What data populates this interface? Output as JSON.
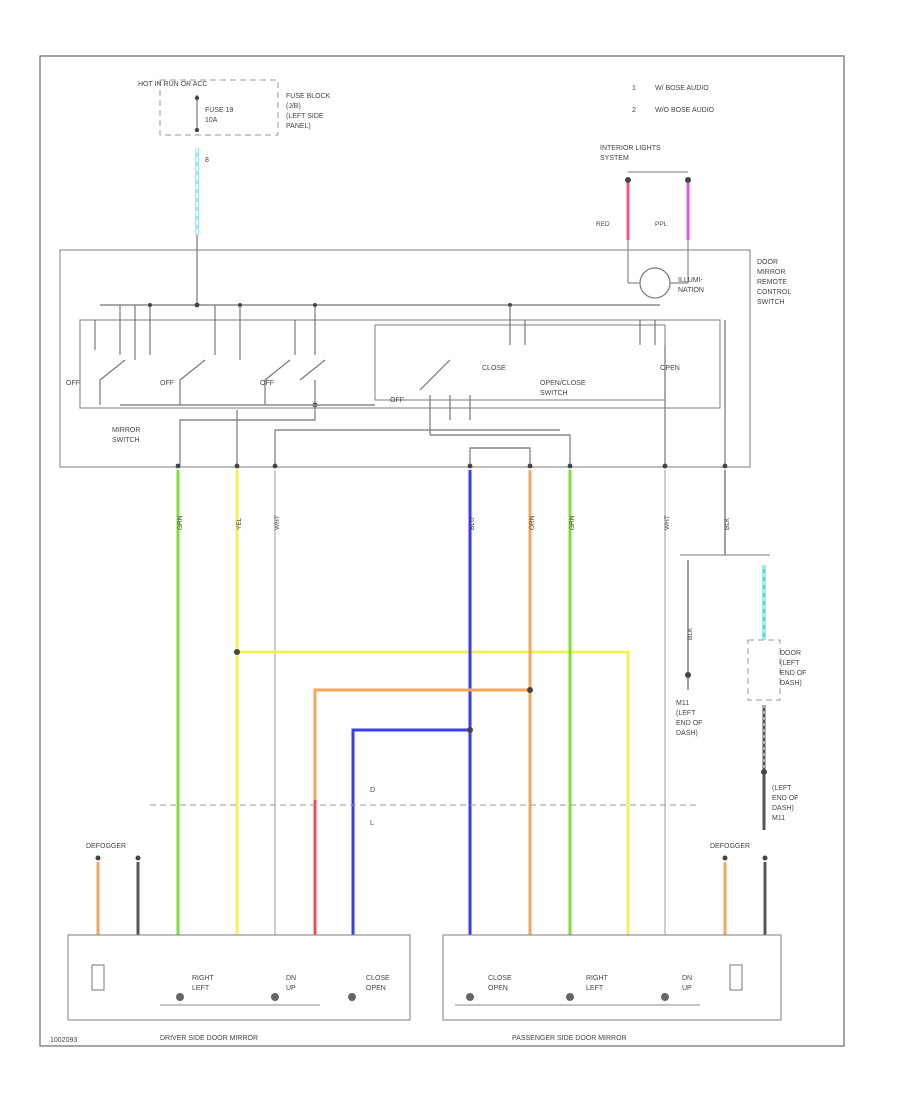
{
  "header": {
    "hot_at_all_times": "HOT IN RUN OR ACC",
    "fuse_label": "FUSE 19\n10A",
    "fuse_block": "FUSE BLOCK\n(J/B)\n(LEFT SIDE\nPANEL)",
    "fuse_pin": "8"
  },
  "legend": {
    "items": [
      {
        "num": "1",
        "text": "W/ BOSE AUDIO"
      },
      {
        "num": "2",
        "text": "W/O BOSE AUDIO"
      }
    ]
  },
  "interior": {
    "title": "INTERIOR LIGHTS\nSYSTEM",
    "wire_red": "RED",
    "wire_ppl": "PPL"
  },
  "control_switch": {
    "name": "DOOR\nMIRROR\nREMOTE\nCONTROL\nSWITCH",
    "illum": "ILLUMI-\nNATION",
    "mirror_switch": "MIRROR\nSWITCH",
    "open_close": "OPEN/CLOSE\nSWITCH",
    "open": "OPEN",
    "close": "CLOSE",
    "off_labels": [
      "OFF",
      "OFF",
      "OFF",
      "OFF"
    ]
  },
  "wire_colors": [
    "GRN",
    "YEL",
    "WHT",
    "BLU",
    "ORN",
    "GRN",
    "WHT",
    "BLK"
  ],
  "ground": {
    "splice": "BLK",
    "g1": "DOOR\n(LEFT\nEND OF\nDASH)",
    "m1": "M11\n(LEFT\nEND OF\nDASH)",
    "g2": "(LEFT\nEND OF\nDASH)\nM11"
  },
  "connector_rows": [
    "D",
    "L"
  ],
  "driver_mirror": {
    "title": "DRIVER SIDE DOOR MIRROR",
    "defogger": "DEFOGGER",
    "labels": [
      "RIGHT\nLEFT",
      "DN\nUP",
      "CLOSE\nOPEN"
    ]
  },
  "passenger_mirror": {
    "title": "PASSENGER SIDE DOOR MIRROR",
    "defogger": "DEFOGGER",
    "labels": [
      "CLOSE\nOPEN",
      "RIGHT\nLEFT",
      "DN\nUP"
    ]
  },
  "figure_id": "1002093",
  "colors": {
    "green": "#7de03a",
    "yellow": "#f3f05a",
    "blue": "#3b3bf2",
    "orange": "#f5a65a",
    "red": "#f24c4c",
    "pink": "#ef5a8a",
    "violet": "#e35ae3",
    "cyan": "#49d6d6",
    "gray": "#9a9a9a",
    "black": "#555555"
  }
}
